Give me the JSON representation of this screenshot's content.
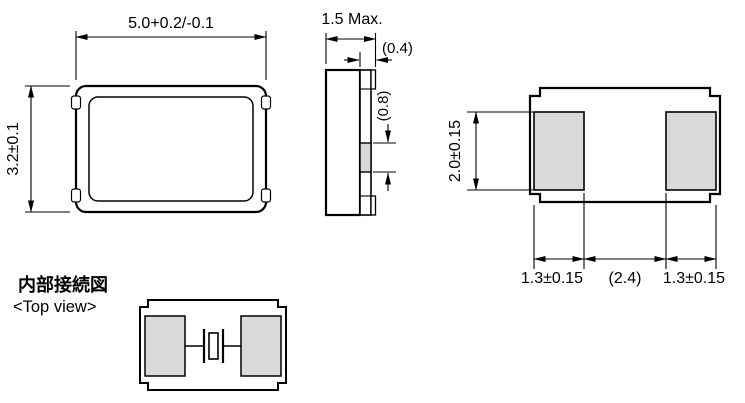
{
  "drawing": {
    "top_view": {
      "width_dim": "5.0+0.2/-0.1",
      "height_dim": "3.2±0.1"
    },
    "side_view": {
      "thickness_dim": "1.5 Max.",
      "step_dim": "(0.4)",
      "electrode_dim": "(0.8)"
    },
    "land_view": {
      "pad_height_dim": "2.0±0.15",
      "left_pad_width_dim": "1.3±0.15",
      "pad_gap_dim": "(2.4)",
      "right_pad_width_dim": "1.3±0.15"
    },
    "internal_view": {
      "heading": "内部接続図",
      "subheading": "<Top view>"
    }
  },
  "colors": {
    "line": "#000000",
    "pad_fill": "#d9d9d9",
    "background": "#ffffff"
  }
}
